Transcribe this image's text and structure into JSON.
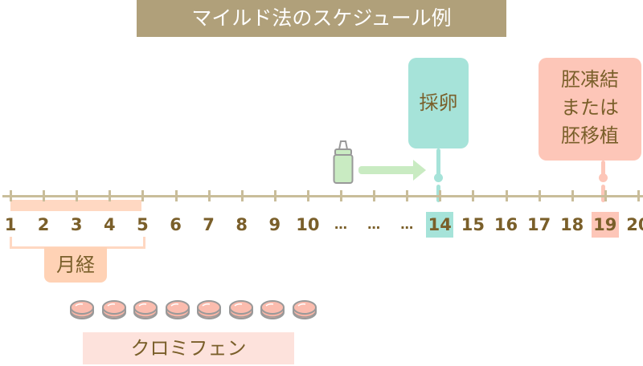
{
  "title": "マイルド法のスケジュール例",
  "days": [
    "1",
    "2",
    "3",
    "4",
    "5",
    "6",
    "7",
    "8",
    "9",
    "10",
    "…",
    "…",
    "…",
    "14",
    "15",
    "16",
    "17",
    "18",
    "19",
    "20"
  ],
  "highlight": {
    "egg_retrieval_day": "14",
    "transfer_day": "19"
  },
  "labels": {
    "period": "月経",
    "clomiphene": "クロミフェン",
    "egg_retrieval": "採卵",
    "transfer_lines": [
      "胚凍結",
      "または",
      "胚移植"
    ]
  },
  "pill_count": 8,
  "colors": {
    "title_bg": "#b0a07a",
    "teal": "#a6e3d9",
    "pink": "#fdc6b8",
    "period": "#ffd2b5",
    "text": "#7a5f2a"
  }
}
